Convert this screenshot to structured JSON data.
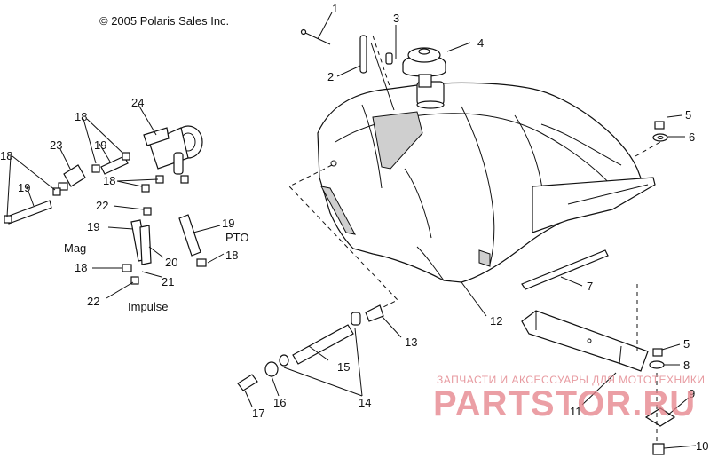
{
  "copyright": "© 2005 Polaris Sales Inc.",
  "captions": {
    "mag": "Mag",
    "pto": "PTO",
    "impulse": "Impulse"
  },
  "watermark": {
    "line1": "ЗАПЧАСТИ И АКСЕССУАРЫ ДЛЯ МОТОТЕХНИКИ",
    "line2": "PARTSTOR.RU"
  },
  "callouts": [
    {
      "id": "c1",
      "text": "1"
    },
    {
      "id": "c2",
      "text": "2"
    },
    {
      "id": "c3",
      "text": "3"
    },
    {
      "id": "c4",
      "text": "4"
    },
    {
      "id": "c5a",
      "text": "5"
    },
    {
      "id": "c6",
      "text": "6"
    },
    {
      "id": "c7",
      "text": "7"
    },
    {
      "id": "c12",
      "text": "12"
    },
    {
      "id": "c13",
      "text": "13"
    },
    {
      "id": "c14",
      "text": "14"
    },
    {
      "id": "c15",
      "text": "15"
    },
    {
      "id": "c16",
      "text": "16"
    },
    {
      "id": "c17",
      "text": "17"
    },
    {
      "id": "c11",
      "text": "11"
    },
    {
      "id": "c5b",
      "text": "5"
    },
    {
      "id": "c8",
      "text": "8"
    },
    {
      "id": "c9",
      "text": "9"
    },
    {
      "id": "c10",
      "text": "10"
    },
    {
      "id": "c24",
      "text": "24"
    },
    {
      "id": "c18a",
      "text": "18"
    },
    {
      "id": "c19a",
      "text": "19"
    },
    {
      "id": "c23",
      "text": "23"
    },
    {
      "id": "c18b",
      "text": "18"
    },
    {
      "id": "c19b",
      "text": "19"
    },
    {
      "id": "c18c",
      "text": "18"
    },
    {
      "id": "c22a",
      "text": "22"
    },
    {
      "id": "c19c",
      "text": "19"
    },
    {
      "id": "c19d",
      "text": "19"
    },
    {
      "id": "c18d",
      "text": "18"
    },
    {
      "id": "c20",
      "text": "20"
    },
    {
      "id": "c18e",
      "text": "18"
    },
    {
      "id": "c21",
      "text": "21"
    },
    {
      "id": "c22b",
      "text": "22"
    }
  ],
  "colors": {
    "line": "#111111",
    "watermark": "#e57f88"
  }
}
